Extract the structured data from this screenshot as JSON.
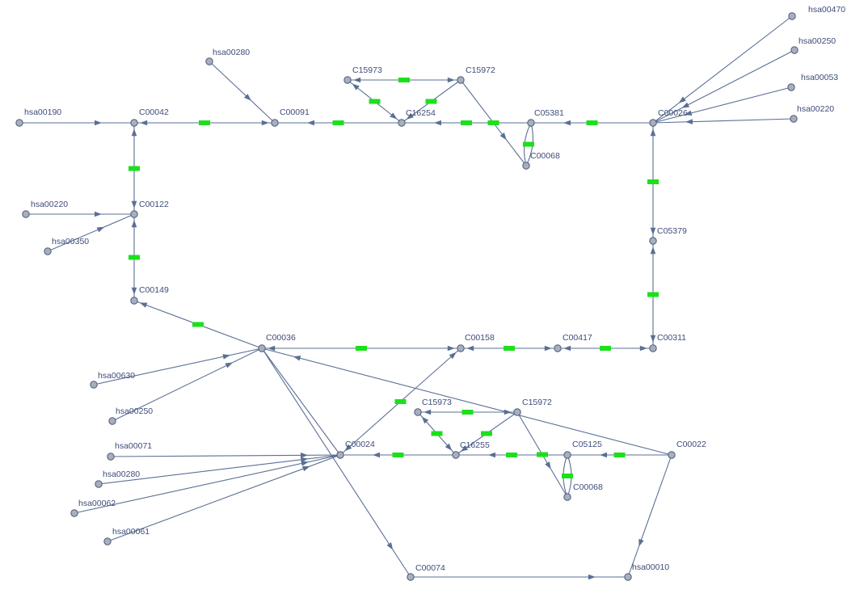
{
  "diagram": {
    "type": "pathway-graph",
    "colors": {
      "edge": "#5a6f95",
      "node_fill": "#a7afbd",
      "node_stroke": "#4d5a78",
      "label": "#3e4c78",
      "edge_label_bg": "#1be01b"
    },
    "nodes": [
      {
        "id": "hsa00470",
        "label": "hsa00470"
      },
      {
        "id": "hsa00250a",
        "label": "hsa00250"
      },
      {
        "id": "hsa00053",
        "label": "hsa00053"
      },
      {
        "id": "hsa00220a",
        "label": "hsa00220"
      },
      {
        "id": "hsa00280a",
        "label": "hsa00280"
      },
      {
        "id": "C15973a",
        "label": "C15973"
      },
      {
        "id": "C15972a",
        "label": "C15972"
      },
      {
        "id": "hsa00190",
        "label": "hsa00190"
      },
      {
        "id": "C00042",
        "label": "C00042"
      },
      {
        "id": "C00091",
        "label": "C00091"
      },
      {
        "id": "C16254",
        "label": "C16254"
      },
      {
        "id": "C05381",
        "label": "C05381"
      },
      {
        "id": "C00026",
        "label": "C00026"
      },
      {
        "id": "C00068a",
        "label": "C00068"
      },
      {
        "id": "hsa00220b",
        "label": "hsa00220"
      },
      {
        "id": "C00122",
        "label": "C00122"
      },
      {
        "id": "hsa00350",
        "label": "hsa00350"
      },
      {
        "id": "C05379",
        "label": "C05379"
      },
      {
        "id": "C00149",
        "label": "C00149"
      },
      {
        "id": "C00036",
        "label": "C00036"
      },
      {
        "id": "C00158",
        "label": "C00158"
      },
      {
        "id": "C00417",
        "label": "C00417"
      },
      {
        "id": "C00311",
        "label": "C00311"
      },
      {
        "id": "hsa00630",
        "label": "hsa00630"
      },
      {
        "id": "hsa00250b",
        "label": "hsa00250"
      },
      {
        "id": "C15973b",
        "label": "C15973"
      },
      {
        "id": "C15972b",
        "label": "C15972"
      },
      {
        "id": "hsa00071",
        "label": "hsa00071"
      },
      {
        "id": "C00024",
        "label": "C00024"
      },
      {
        "id": "C16255",
        "label": "C16255"
      },
      {
        "id": "C05125",
        "label": "C05125"
      },
      {
        "id": "C00022",
        "label": "C00022"
      },
      {
        "id": "hsa00280b",
        "label": "hsa00280"
      },
      {
        "id": "C00068b",
        "label": "C00068"
      },
      {
        "id": "hsa00062",
        "label": "hsa00062"
      },
      {
        "id": "hsa00061",
        "label": "hsa00061"
      },
      {
        "id": "C00074",
        "label": "C00074"
      },
      {
        "id": "hsa00010",
        "label": "hsa00010"
      }
    ],
    "edges": [
      {
        "from": "hsa00470",
        "to": "C00026",
        "arrow": "end"
      },
      {
        "from": "hsa00250a",
        "to": "C00026",
        "arrow": "end"
      },
      {
        "from": "hsa00053",
        "to": "C00026",
        "arrow": "end"
      },
      {
        "from": "hsa00220a",
        "to": "C00026",
        "arrow": "end"
      },
      {
        "from": "hsa00280a",
        "to": "C00091",
        "arrow": "end"
      },
      {
        "from": "hsa00190",
        "to": "C00042",
        "arrow": "end"
      },
      {
        "from": "C00042",
        "to": "C00091",
        "arrow": "both",
        "label": true
      },
      {
        "from": "C16254",
        "to": "C00091",
        "arrow": "end",
        "label": true
      },
      {
        "from": "C15973a",
        "to": "C15972a",
        "arrow": "both",
        "label": true
      },
      {
        "from": "C16254",
        "to": "C15973a",
        "arrow": "both",
        "label": true
      },
      {
        "from": "C16254",
        "to": "C15972a",
        "arrow": "start",
        "label": true
      },
      {
        "from": "C15972a",
        "to": "C00068a",
        "arrow": "end",
        "label": true
      },
      {
        "from": "C05381",
        "to": "C16254",
        "arrow": "end",
        "label": true
      },
      {
        "from": "C00026",
        "to": "C05381",
        "arrow": "end",
        "label": true
      },
      {
        "from": "C05381",
        "to": "C00068a",
        "arrow": "none",
        "curve": "double",
        "label": true
      },
      {
        "from": "C00122",
        "to": "C00042",
        "arrow": "both",
        "label": true
      },
      {
        "from": "hsa00220b",
        "to": "C00122",
        "arrow": "end"
      },
      {
        "from": "hsa00350",
        "to": "C00122",
        "arrow": "end"
      },
      {
        "from": "C00122",
        "to": "C00149",
        "arrow": "both",
        "label": true
      },
      {
        "from": "C00026",
        "to": "C05379",
        "arrow": "both",
        "label": true
      },
      {
        "from": "C05379",
        "to": "C00311",
        "arrow": "both",
        "label": true
      },
      {
        "from": "C00149",
        "to": "C00036",
        "arrow": "start",
        "label": true
      },
      {
        "from": "C00158",
        "to": "C00036",
        "arrow": "both",
        "label": true
      },
      {
        "from": "C00417",
        "to": "C00158",
        "arrow": "both",
        "label": true
      },
      {
        "from": "C00311",
        "to": "C00417",
        "arrow": "both",
        "label": true
      },
      {
        "from": "hsa00630",
        "to": "C00036",
        "arrow": "end"
      },
      {
        "from": "hsa00250b",
        "to": "C00036",
        "arrow": "end"
      },
      {
        "from": "C00036",
        "to": "C00024",
        "arrow": "none"
      },
      {
        "from": "C00036",
        "to": "C00074",
        "arrow": "end"
      },
      {
        "from": "C00074",
        "to": "hsa00010",
        "arrow": "end"
      },
      {
        "from": "C00022",
        "to": "hsa00010",
        "arrow": "end"
      },
      {
        "from": "C00022",
        "to": "C00036",
        "arrow": "end"
      },
      {
        "from": "C00158",
        "to": "C00024",
        "arrow": "both",
        "label": true
      },
      {
        "from": "C16255",
        "to": "C00024",
        "arrow": "end",
        "label": true
      },
      {
        "from": "C15973b",
        "to": "C15972b",
        "arrow": "both",
        "label": true
      },
      {
        "from": "C16255",
        "to": "C15973b",
        "arrow": "both",
        "label": true
      },
      {
        "from": "C16255",
        "to": "C15972b",
        "arrow": "start",
        "label": true
      },
      {
        "from": "C15972b",
        "to": "C00068b",
        "arrow": "end",
        "label": true
      },
      {
        "from": "C05125",
        "to": "C16255",
        "arrow": "end",
        "label": true
      },
      {
        "from": "C00022",
        "to": "C05125",
        "arrow": "end",
        "label": true
      },
      {
        "from": "C05125",
        "to": "C00068b",
        "arrow": "none",
        "curve": "double",
        "label": true
      },
      {
        "from": "hsa00071",
        "to": "C00024",
        "arrow": "end"
      },
      {
        "from": "hsa00280b",
        "to": "C00024",
        "arrow": "end"
      },
      {
        "from": "hsa00062",
        "to": "C00024",
        "arrow": "end"
      },
      {
        "from": "hsa00061",
        "to": "C00024",
        "arrow": "end"
      }
    ]
  }
}
